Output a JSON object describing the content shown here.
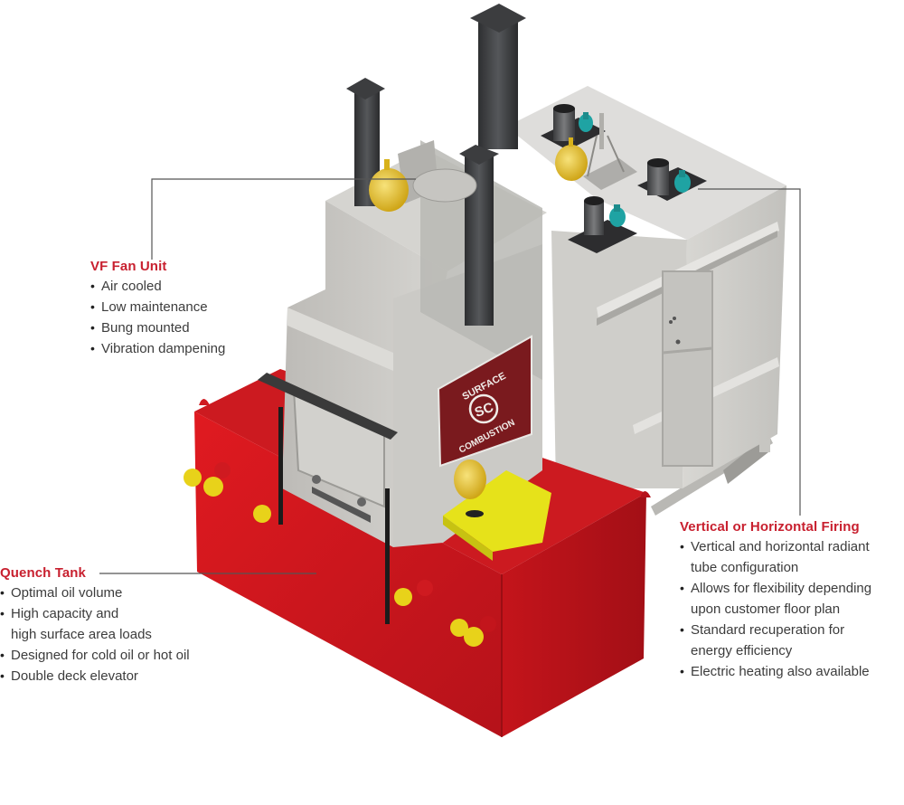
{
  "figure": {
    "subject": "Vertical or horizontal radiant tube furnace with integral quench tank",
    "brand_plate": {
      "top_text": "SURFACE",
      "monogram": "SC",
      "bottom_text": "COMBUSTION"
    },
    "colors": {
      "accent_red": "#c8202f",
      "tank_red": "#d9151c",
      "steel_gray": "#c9c8c4",
      "motor_yellow": "#e8c21a",
      "burner_teal": "#1fa3a3",
      "stack_dark": "#3c3d3f",
      "plate_maroon": "#7a1a1e"
    }
  },
  "callouts": {
    "fan": {
      "title": "VF Fan Unit",
      "items": [
        "Air cooled",
        "Low maintenance",
        "Bung mounted",
        "Vibration dampening"
      ]
    },
    "quench": {
      "title": "Quench Tank",
      "items": [
        {
          "line1": "Optimal oil volume"
        },
        {
          "line1": "High capacity and",
          "line2": "high surface area loads"
        },
        {
          "line1": "Designed for cold oil or hot oil"
        },
        {
          "line1": "Double deck elevator"
        }
      ]
    },
    "firing": {
      "title": "Vertical or Horizontal Firing",
      "items": [
        {
          "line1": "Vertical and horizontal radiant",
          "line2": "tube configuration"
        },
        {
          "line1": "Allows for flexibility depending",
          "line2": "upon customer floor plan"
        },
        {
          "line1": "Standard recuperation for",
          "line2": "energy efficiency"
        },
        {
          "line1": "Electric heating also available"
        }
      ]
    }
  }
}
